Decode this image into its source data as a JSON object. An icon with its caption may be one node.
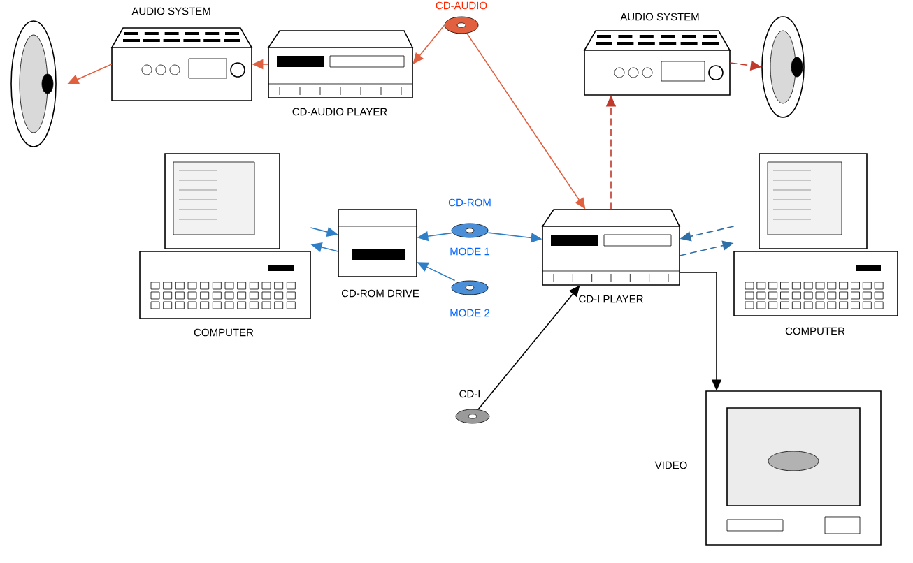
{
  "diagram": {
    "nodes": [
      {
        "text": [],
        "shape": "picture"
      },
      {
        "text": [
          "AUDIO SYSTEM"
        ]
      },
      {
        "text": [
          "CD-AUDIO PLAYER"
        ]
      },
      {
        "text": [
          "CD-AUDIO"
        ]
      },
      {
        "text": [
          "AUDIO SYSTEM"
        ]
      },
      {
        "text": [],
        "shape": "picture"
      },
      {
        "text": [
          "COMPUTER"
        ]
      },
      {
        "text": [
          "CD-ROM DRIVE"
        ]
      },
      {
        "text": [
          "CD-ROM",
          "MODE 1"
        ]
      },
      {
        "text": [
          "MODE 2"
        ]
      },
      {
        "text": [
          "CD-I PLAYER"
        ]
      },
      {
        "text": [
          "COMPUTER"
        ]
      },
      {
        "text": [
          "CD-I"
        ]
      },
      {
        "text": [
          "VIDEO"
        ]
      }
    ],
    "edges": [
      {
        "from": 2,
        "to": 1,
        "arrow": "to",
        "color": "#e0603f"
      },
      {
        "from": 1,
        "to": 0,
        "arrow": "to",
        "color": "#e0603f"
      },
      {
        "from": 3,
        "to": 2,
        "arrow": "to",
        "color": "#e0603f"
      },
      {
        "from": 3,
        "to": 10,
        "arrow": "to",
        "color": "#e0603f"
      },
      {
        "from": 6,
        "to": 7,
        "arrow": "to",
        "color": "#2f7fc8"
      },
      {
        "from": 7,
        "to": 6,
        "arrow": "to",
        "color": "#2f7fc8"
      },
      {
        "from": 8,
        "to": 7,
        "arrow": "to",
        "color": "#2f7fc8"
      },
      {
        "from": 9,
        "to": 7,
        "arrow": "to",
        "color": "#2f7fc8"
      },
      {
        "from": 8,
        "to": 10,
        "arrow": "to",
        "color": "#2f7fc8"
      },
      {
        "from": 12,
        "to": 10,
        "arrow": "to",
        "color": "#000000"
      },
      {
        "from": 10,
        "to": 4,
        "arrow": "to",
        "style": "dashed",
        "color": "#c0392b"
      },
      {
        "from": 4,
        "to": 5,
        "arrow": "to",
        "style": "dashed",
        "color": "#c0392b"
      },
      {
        "from": 11,
        "to": 10,
        "arrow": "to",
        "style": "dashed",
        "color": "#2f6fa8"
      },
      {
        "from": 10,
        "to": 11,
        "arrow": "to",
        "style": "dashed",
        "color": "#2f6fa8"
      },
      {
        "from": 10,
        "to": 13,
        "arrow": "to",
        "color": "#000000"
      }
    ]
  }
}
